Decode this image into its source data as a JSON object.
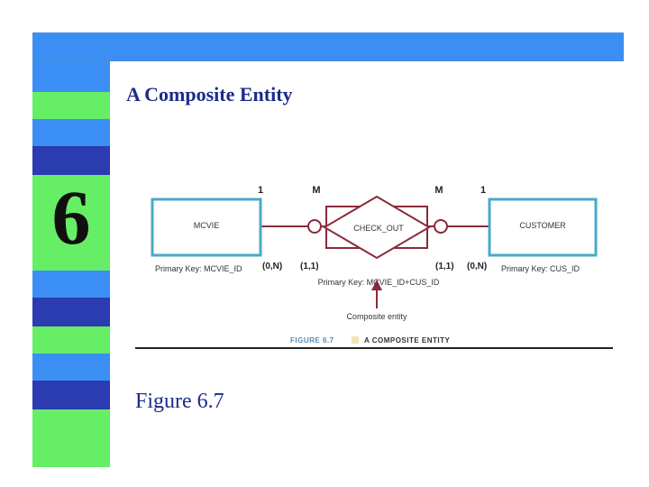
{
  "slide": {
    "title": "A Composite Entity",
    "chapter_number": "6",
    "caption": "Figure 6.7"
  },
  "diagram": {
    "entity_left": "MCVIE",
    "entity_right": "CUSTOMER",
    "relationship": "CHECK_OUT",
    "left_outer_card": "1",
    "left_inner_card": "M",
    "right_inner_card": "M",
    "right_outer_card": "1",
    "left_conn_left": "(0,N)",
    "left_conn_right": "(1,1)",
    "right_conn_left": "(1,1)",
    "right_conn_right": "(0,N)",
    "pk_left": "Primary Key: MCVIE_ID",
    "pk_right": "Primary Key: CUS_ID",
    "pk_center": "Primary Key: MCVIE_ID+CUS_ID",
    "annotation": "Composite entity",
    "figure_label": "FIGURE 6.7",
    "figure_title": "A COMPOSITE ENTITY"
  },
  "colors": {
    "blue": "#3b8ff4",
    "green": "#66ee66",
    "navy": "#2b3bb0",
    "box_border": "#4aa8c8",
    "line": "#8a2a3a"
  }
}
